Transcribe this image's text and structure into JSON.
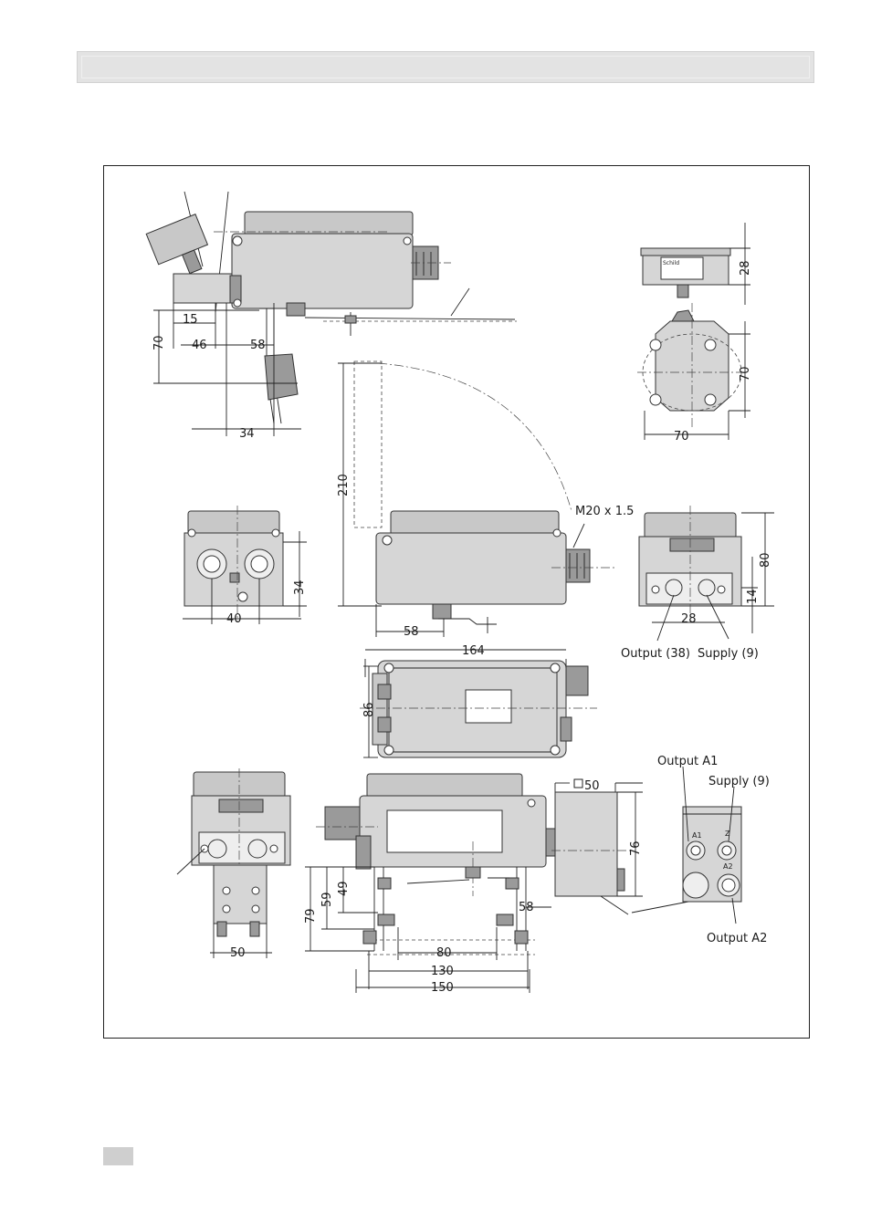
{
  "dimensions": {
    "d15": "15",
    "d46": "46",
    "d58a": "58",
    "d70a": "70",
    "d34a": "34",
    "d28a": "28",
    "d70b": "70",
    "d70c": "70",
    "d210": "210",
    "thread": "M20 x 1.5",
    "d40": "40",
    "d34b": "34",
    "d58b": "58",
    "d80a": "80",
    "d14": "14",
    "d28b": "28",
    "d164": "164",
    "d86": "86",
    "d50a": "50",
    "d76": "76",
    "d79": "79",
    "d59": "59",
    "d49": "49",
    "d58c": "58",
    "d80b": "80",
    "d130": "130",
    "d150": "150",
    "d50b": "50"
  },
  "labels": {
    "output_38": "Output (38)",
    "supply_9a": "Supply (9)",
    "output_a1": "Output A1",
    "supply_9b": "Supply (9)",
    "output_a2": "Output A2",
    "schild": "Schild",
    "port_a1": "A1",
    "port_a2": "A2",
    "port_z": "Z"
  },
  "colors": {
    "housing": "#d6d6d6",
    "lid": "#c8c8c8",
    "header_bar": "#e3e3e3",
    "page_tab": "#cfcfcf"
  }
}
